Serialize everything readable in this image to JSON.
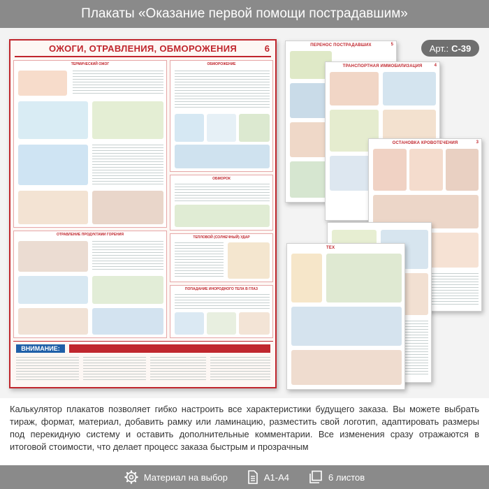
{
  "header": {
    "title": "Плакаты «Оказание первой помощи пострадавшим»"
  },
  "article": {
    "label": "Арт.:",
    "code": "С-39"
  },
  "main_poster": {
    "title": "ОЖОГИ, ОТРАВЛЕНИЯ, ОБМОРОЖЕНИЯ",
    "number": "6",
    "sections": [
      "ТЕРМИЧЕСКИЙ ОЖОГ",
      "ОБМОРОЖЕНИЕ",
      "ОБМОРОК",
      "ТЕПЛОВОЙ (СОЛНЕЧНЫЙ) УДАР",
      "ОТРАВЛЕНИЕ ПРОДУКТАМИ ГОРЕНИЯ",
      "ПОПАДАНИЕ ИНОРОДНОГО ТЕЛА В ГЛАЗ"
    ],
    "attention": "ВНИМАНИЕ:"
  },
  "other_posters": [
    {
      "title": "ПЕРЕНОС ПОСТРАДАВШИХ",
      "number": "5"
    },
    {
      "title": "ТРАНСПОРТНАЯ ИММОБИЛИЗАЦИЯ",
      "number": "4"
    },
    {
      "title": "ОСТАНОВКА КРОВОТЕЧЕНИЯ",
      "number": "3"
    },
    {
      "title": "ТЕХ",
      "number": ""
    }
  ],
  "description": "Калькулятор плакатов позволяет гибко настроить все характеристики будущего заказа. Вы можете выбрать тираж, формат, материал, добавить рамку или ламинацию, разместить свой логотип, адаптировать размеры под перекидную систему и оставить дополнительные комментарии. Все изменения сразу отражаются в итоговой стоимости, что делает процесс заказа быстрым и прозрачным",
  "footer": {
    "material": "Материал на выбор",
    "format": "А1-А4",
    "sheets": "6 листов"
  },
  "colors": {
    "accent_red": "#c0262d",
    "bar_gray": "#8a8a8a",
    "blue": "#1f5fa8"
  }
}
